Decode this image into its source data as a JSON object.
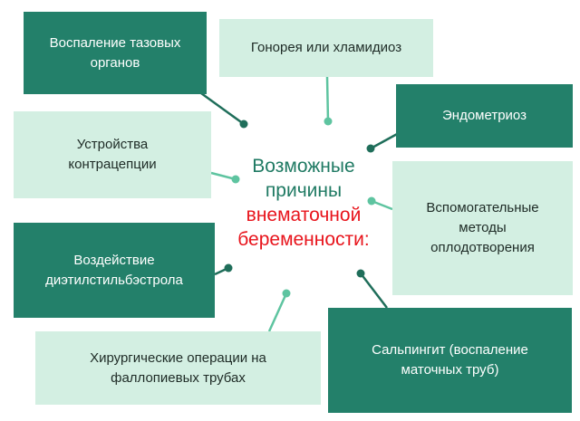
{
  "center": {
    "line1": "Возможные",
    "line2": "причины",
    "line3": "внематочной",
    "line4": "беременности:"
  },
  "causes": [
    {
      "label": "Воспаление тазовых органов",
      "style": "dark"
    },
    {
      "label": "Гонорея или хламидиоз",
      "style": "light"
    },
    {
      "label": "Эндометриоз",
      "style": "dark"
    },
    {
      "label": "Устройства контрацепции",
      "style": "light"
    },
    {
      "label": "Вспомогательные методы оплодотворения",
      "style": "light"
    },
    {
      "label": "Воздействие диэтилстильбэстрола",
      "style": "dark"
    },
    {
      "label": "Хирургические операции на фаллопиевых трубах",
      "style": "light"
    },
    {
      "label": "Сальпингит (воспаление маточных труб)",
      "style": "dark"
    }
  ],
  "colors": {
    "dark": "#23806a",
    "light": "#d3efe2",
    "dark_dot": "#1f6e5a",
    "light_dot": "#5ec4a0",
    "title_green": "#1f7a63",
    "title_red": "#e8141c"
  }
}
